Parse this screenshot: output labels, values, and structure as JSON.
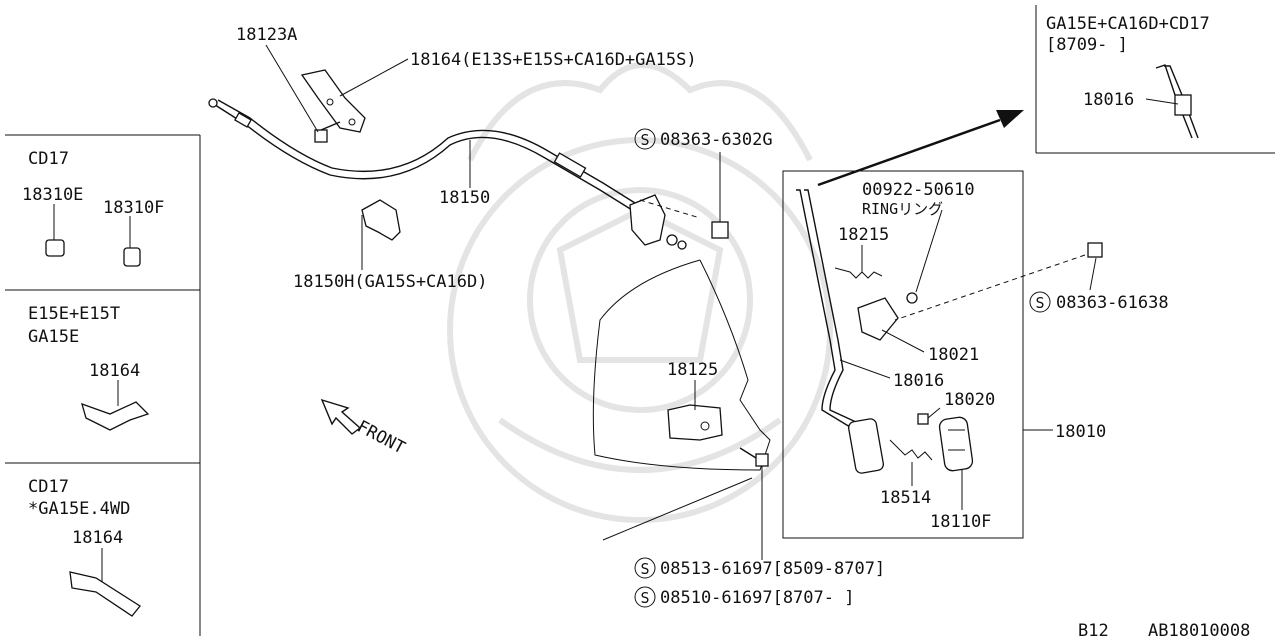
{
  "labels": {
    "p18123A": "18123A",
    "p18164_main": "18164(E13S+E15S+CA16D+GA15S)",
    "p18150": "18150",
    "p18150H": "18150H(GA15S+CA16D)",
    "s08363_6302G": "08363-6302G",
    "p18125": "18125",
    "front": "FRONT",
    "s08513": "08513-61697[8509-8707]",
    "s08510": "08510-61697[8707-      ]",
    "ring_pn": "00922-50610",
    "ring_name": "RINGリング",
    "p18215": "18215",
    "s08363_61638": "08363-61638",
    "p18021": "18021",
    "p18016": "18016",
    "p18020": "18020",
    "p18010": "18010",
    "p18514": "18514",
    "p18110F": "18110F",
    "s_symbol": "S"
  },
  "inset_top_right": {
    "title_line1": "GA15E+CA16D+CD17",
    "title_line2": "[8709-      ]",
    "part": "18016"
  },
  "left_panels": [
    {
      "header_line1": "CD17",
      "header_line2": "",
      "parts": [
        "18310E",
        "18310F"
      ]
    },
    {
      "header_line1": "E15E+E15T",
      "header_line2": "GA15E",
      "parts": [
        "18164"
      ]
    },
    {
      "header_line1": "CD17",
      "header_line2": "*GA15E.4WD",
      "parts": [
        "18164"
      ]
    }
  ],
  "footer": {
    "model": "B12",
    "diagram_code": "AB18010008"
  }
}
